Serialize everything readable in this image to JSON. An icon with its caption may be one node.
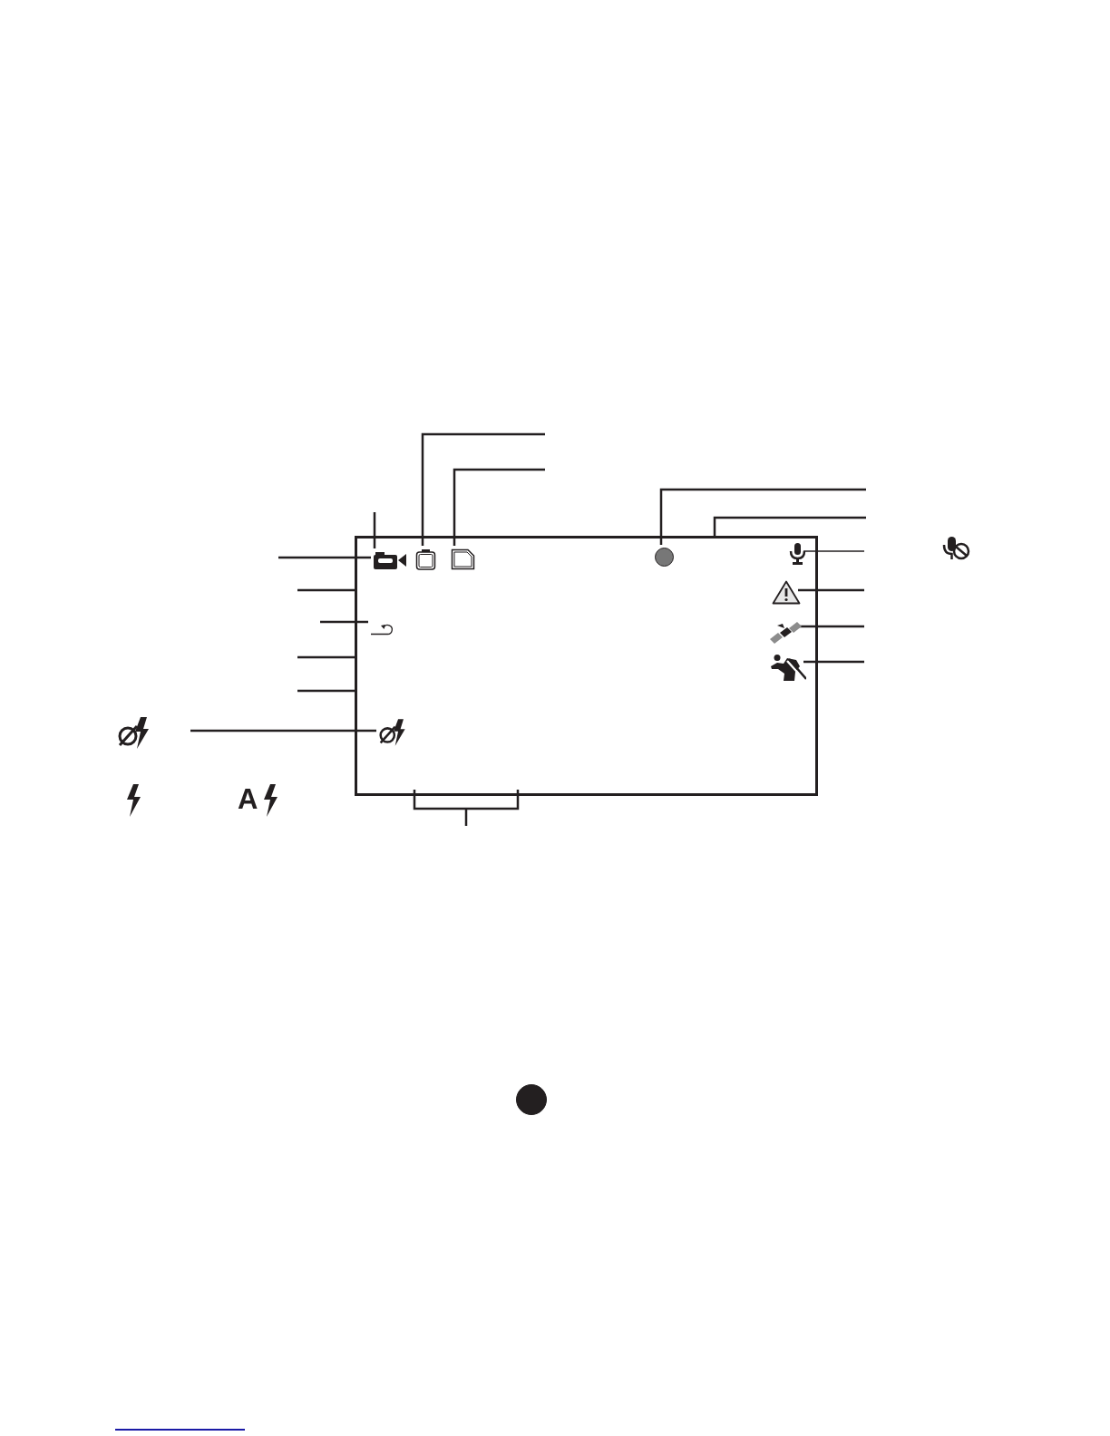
{
  "diagram": {
    "nodes": [
      {
        "text": [],
        "shape": "box"
      },
      {
        "text": [],
        "shape": "picture",
        "in": 0
      },
      {
        "text": [],
        "shape": "picture",
        "in": 0
      },
      {
        "text": [],
        "shape": "picture",
        "in": 0
      },
      {
        "text": [],
        "shape": "circle",
        "in": 0
      },
      {
        "text": [],
        "shape": "picture",
        "in": 0
      },
      {
        "text": [],
        "shape": "picture",
        "in": 0
      },
      {
        "text": [],
        "shape": "picture",
        "in": 0
      },
      {
        "text": [],
        "shape": "picture",
        "in": 0
      },
      {
        "text": [],
        "shape": "picture",
        "in": 0
      },
      {
        "text": [],
        "shape": "picture",
        "in": 0
      },
      {
        "text": [],
        "shape": "picture"
      },
      {
        "text": [],
        "shape": "picture"
      },
      {
        "text": [
          "A"
        ]
      },
      {
        "text": [],
        "shape": "picture"
      },
      {
        "text": [],
        "shape": "circle"
      }
    ],
    "edges": [
      {
        "from": null,
        "to": 1,
        "arrow": "none"
      },
      {
        "from": null,
        "to": 1,
        "arrow": "none"
      },
      {
        "from": null,
        "to": 2,
        "arrow": "none"
      },
      {
        "from": null,
        "to": 3,
        "arrow": "none"
      },
      {
        "from": null,
        "to": 4,
        "arrow": "none"
      },
      {
        "from": null,
        "to": 0,
        "arrow": "none"
      },
      {
        "from": null,
        "to": 5,
        "arrow": "none"
      },
      {
        "from": null,
        "to": 6,
        "arrow": "none"
      },
      {
        "from": null,
        "to": 7,
        "arrow": "none"
      },
      {
        "from": null,
        "to": 8,
        "arrow": "none"
      },
      {
        "from": null,
        "to": 0,
        "arrow": "none"
      },
      {
        "from": null,
        "to": 9,
        "arrow": "none"
      },
      {
        "from": null,
        "to": 0,
        "arrow": "none"
      },
      {
        "from": null,
        "to": 0,
        "arrow": "none"
      },
      {
        "from": null,
        "to": 10,
        "arrow": "none"
      }
    ]
  }
}
